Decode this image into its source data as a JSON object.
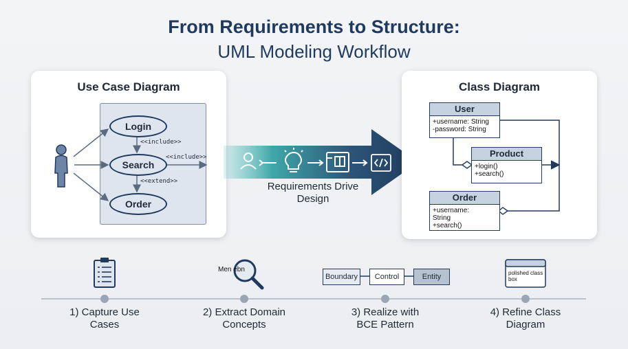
{
  "title": {
    "line1": "From Requirements to Structure:",
    "line2": "UML Modeling Workflow"
  },
  "use_case": {
    "title": "Use Case Diagram",
    "cases": [
      "Login",
      "Search",
      "Order"
    ],
    "include1": "<<include>>",
    "include2": "<<include>>",
    "extend": "<<extend>>"
  },
  "flow": {
    "label_line1": "Requirements Drive",
    "label_line2": "Design"
  },
  "class_diagram": {
    "title": "Class Diagram",
    "user": {
      "name": "User",
      "attrs": [
        "+username: String",
        "-password: String"
      ]
    },
    "product": {
      "name": "Product",
      "ops": [
        "+login()",
        "+search()"
      ]
    },
    "order": {
      "name": "Order",
      "attrs": [
        "+username:",
        "String",
        "+search()"
      ]
    }
  },
  "steps": [
    {
      "line1": "1) Capture Use",
      "line2": "Cases"
    },
    {
      "line1": "2) Extract Domain",
      "line2": "Concepts",
      "icon_text": "Men ebn"
    },
    {
      "line1": "3) Realize with",
      "line2": "BCE Pattern",
      "bce": [
        "Boundary",
        "Control",
        "Entity"
      ]
    },
    {
      "line1": "4) Refine Class",
      "line2": "Diagram",
      "box_text": "polished class box"
    }
  ],
  "colors": {
    "navy": "#1f3a5f",
    "teal": "#3fa7a9",
    "panel": "#ffffff",
    "fill": "#dfe5ee"
  }
}
